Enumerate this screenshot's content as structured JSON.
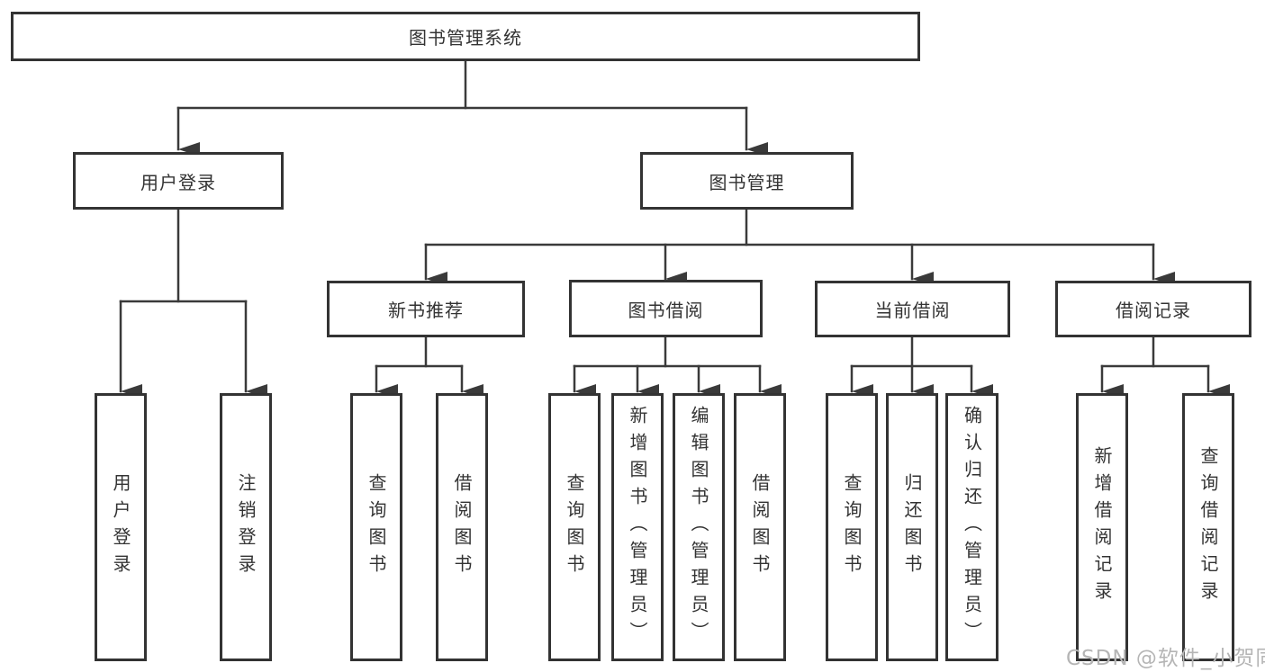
{
  "diagram": {
    "type": "hierarchy-tree",
    "nodes": {
      "root": "图书管理系统",
      "login_group": "用户登录",
      "mgmt_group": "图书管理",
      "rec_group": "新书推荐",
      "borrow_group": "图书借阅",
      "current_group": "当前借阅",
      "records_group": "借阅记录",
      "leaf_user_login": "用户登录",
      "leaf_logout": "注销登录",
      "leaf_rec_query_books": "查询图书",
      "leaf_rec_borrow_books": "借阅图书",
      "leaf_bb_query_books": "查询图书",
      "leaf_bb_add_books_admin": "新增图书（管理员）",
      "leaf_bb_edit_books_admin": "编辑图书（管理员）",
      "leaf_bb_borrow_books": "借阅图书",
      "leaf_cb_query_books": "查询图书",
      "leaf_cb_return_books": "归还图书",
      "leaf_cb_confirm_return_admin": "确认归还（管理员）",
      "leaf_br_add_record": "新增借阅记录",
      "leaf_br_query_record": "查询借阅记录"
    }
  },
  "watermark": "CSDN @软件_小贺同学",
  "colors": {
    "line": "#3a3a3a",
    "box_border": "#333333",
    "text": "#333333",
    "watermark": "#b5b5b5",
    "background": "#ffffff"
  }
}
